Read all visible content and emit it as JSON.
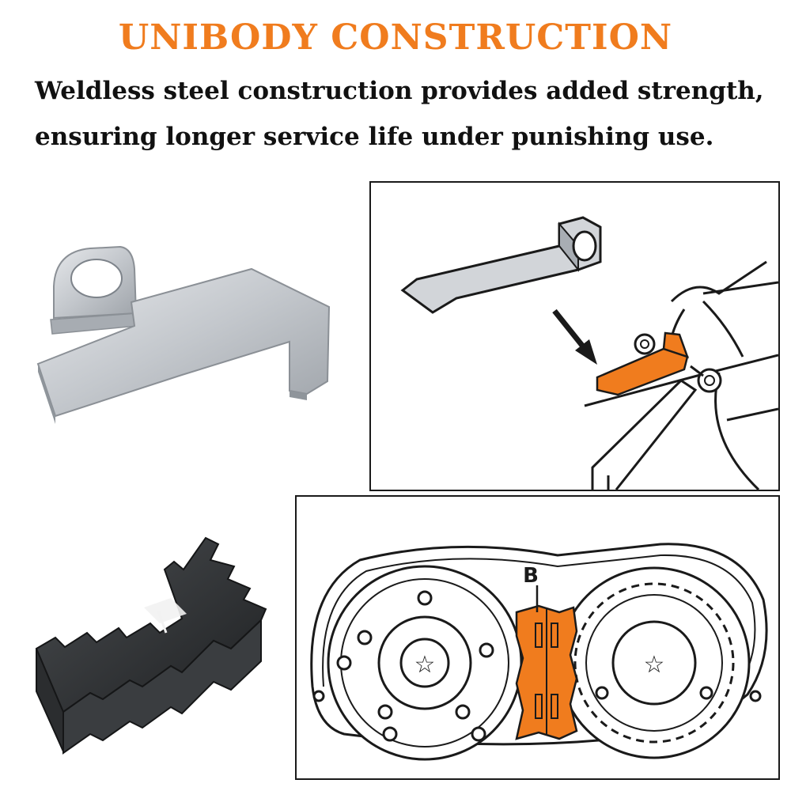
{
  "header": {
    "title": "UNIBODY CONSTRUCTION",
    "description_line1": "Weldless steel construction provides added strength,",
    "description_line2": "ensuring longer service life under punishing use."
  },
  "diagram_bottom": {
    "callout_label": "B"
  },
  "colors": {
    "accent": "#f07c1e",
    "text": "#111111",
    "steel": "#c9ccd0",
    "block": "#2f3133",
    "line": "#1a1a1a"
  },
  "icons": {
    "center_mark": "star"
  }
}
